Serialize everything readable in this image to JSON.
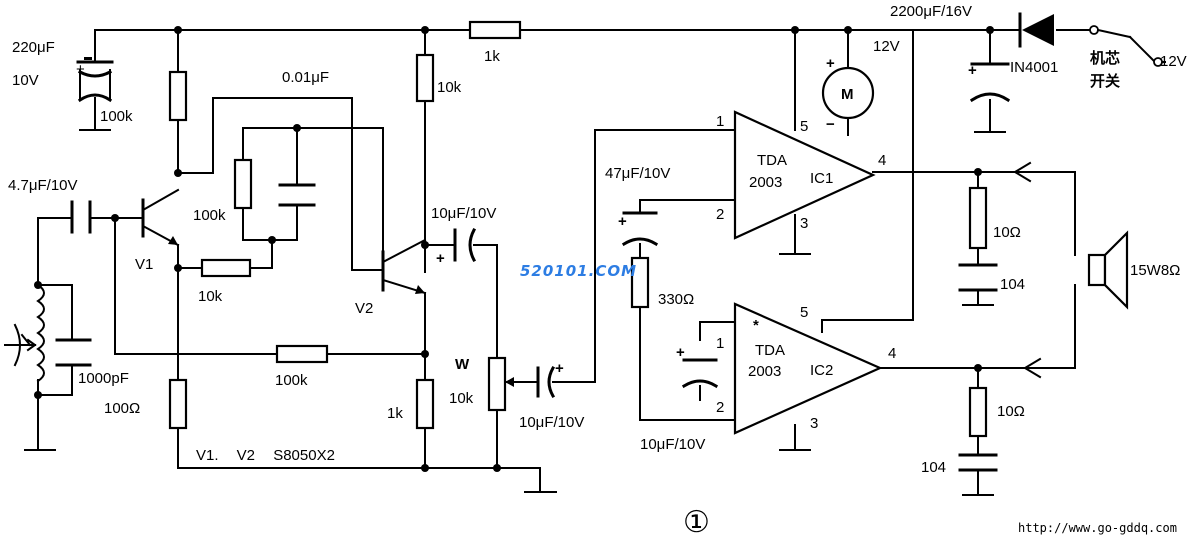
{
  "labels": {
    "c_220uf": "220μF",
    "c_220uf_v": "10V",
    "r_100k_top": "100k",
    "c_4_7uf": "4.7μF/10V",
    "v1": "V1",
    "c_1000pf": "1000pF",
    "r_100_ohm": "100Ω",
    "r_100k_mid": "100k",
    "c_0_01uf": "0.01μF",
    "r_10k_top": "10k",
    "r_10k_mid": "10k",
    "r_100k_bottom": "100k",
    "v2": "V2",
    "r_1k_bottom": "1k",
    "transistors": "V1. V2 S8050X2",
    "r_1k_top": "1k",
    "c_10uf_out": "10μF/10V",
    "pot_w": "W",
    "pot_10k": "10k",
    "c_10uf_in": "10μF/10V",
    "c_47uf": "47μF/10V",
    "r_330_ohm": "330Ω",
    "c_10uf_ic2": "10μF/10V",
    "ic1_pin1": "1",
    "ic1_pin2": "2",
    "ic1_pin3": "3",
    "ic1_pin4": "4",
    "ic1_pin5": "5",
    "ic1_name_a": "TDA",
    "ic1_name_b": "2003",
    "ic1_ref": "IC1",
    "ic2_star": "*",
    "ic2_pin1": "1",
    "ic2_pin2": "2",
    "ic2_pin3": "3",
    "ic2_pin4": "4",
    "ic2_pin5": "5",
    "ic2_name_a": "TDA",
    "ic2_name_b": "2003",
    "ic2_ref": "IC2",
    "motor": "M",
    "motor_minus": "−",
    "supply_12v_mid": "12V",
    "c_2200uf": "2200μF/16V",
    "diode": "IN4001",
    "switch_a": "机芯",
    "switch_b": "开关",
    "supply_12v": "12V",
    "r_10_ohm_top": "10Ω",
    "c_104_top": "104",
    "speaker": "15W8Ω",
    "r_10_ohm_bottom": "10Ω",
    "c_104_bottom": "104",
    "watermark": "520101.COM",
    "figure_number": "①",
    "site_url": "http://www.go-gddq.com"
  }
}
